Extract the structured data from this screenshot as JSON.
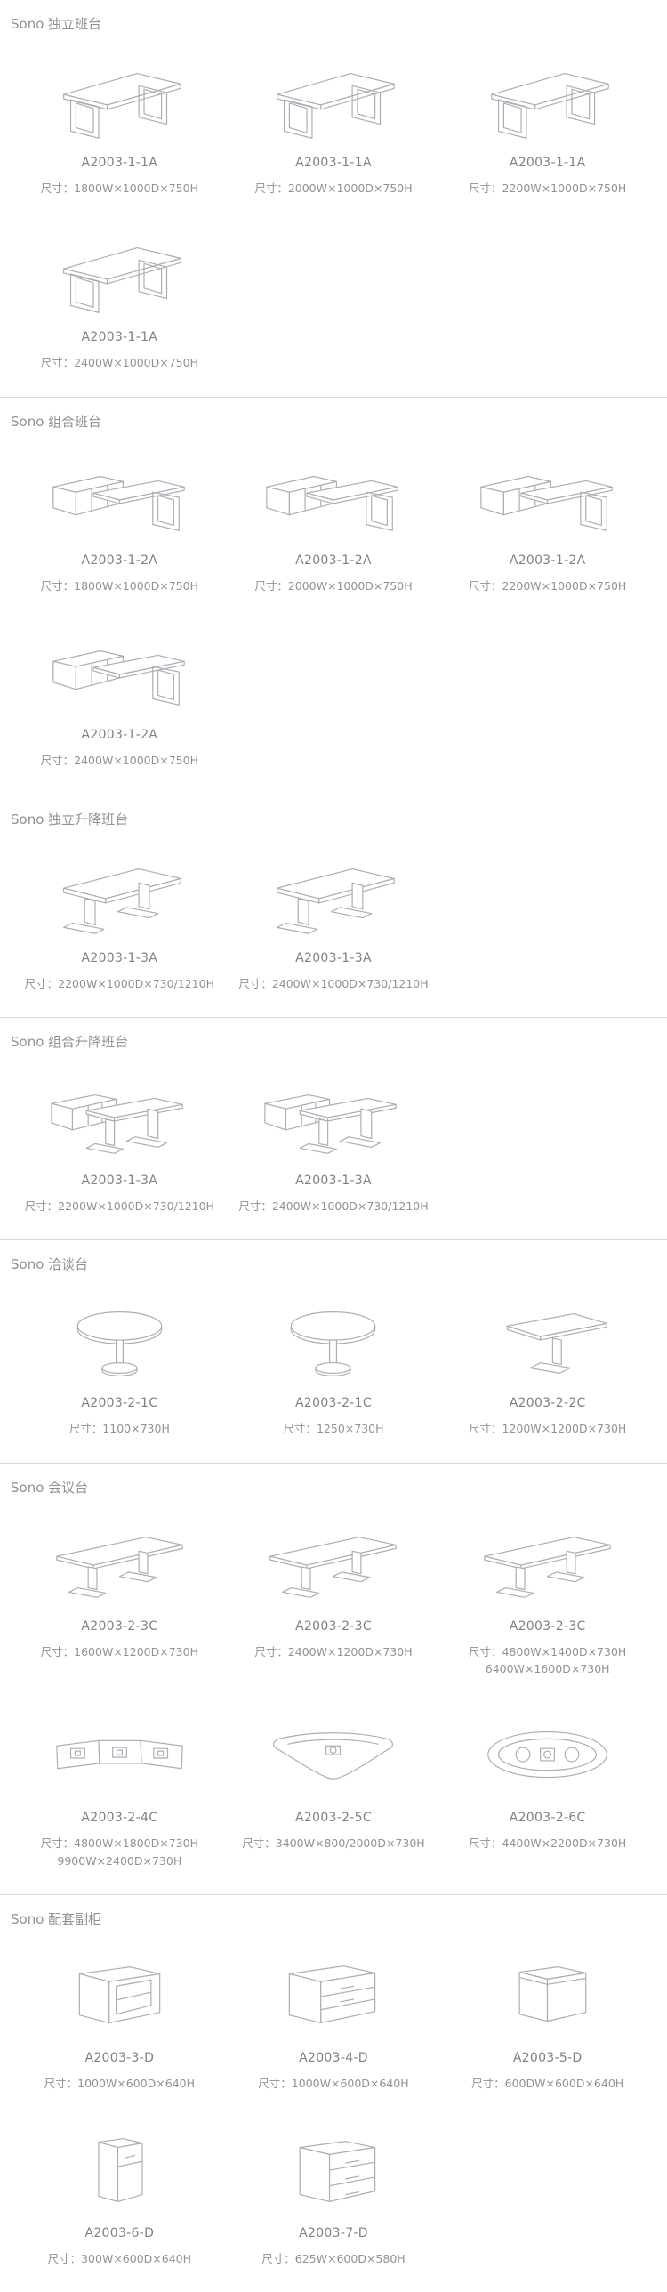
{
  "page": {
    "background": "#ffffff",
    "text_color": "#8d939a",
    "separator_color": "#d9dadc",
    "sketch_stroke": "#a8aeb5"
  },
  "sections": [
    {
      "title": "Sono 独立班台",
      "items": [
        {
          "model": "A2003-1-1A",
          "dims": "尺寸：1800W×1000D×750H",
          "art": "desk-straight"
        },
        {
          "model": "A2003-1-1A",
          "dims": "尺寸：2000W×1000D×750H",
          "art": "desk-straight"
        },
        {
          "model": "A2003-1-1A",
          "dims": "尺寸：2200W×1000D×750H",
          "art": "desk-straight"
        },
        {
          "model": "A2003-1-1A",
          "dims": "尺寸：2400W×1000D×750H",
          "art": "desk-straight"
        }
      ]
    },
    {
      "title": "Sono 组合班台",
      "items": [
        {
          "model": "A2003-1-2A",
          "dims": "尺寸：1800W×1000D×750H",
          "art": "desk-combo"
        },
        {
          "model": "A2003-1-2A",
          "dims": "尺寸：2000W×1000D×750H",
          "art": "desk-combo"
        },
        {
          "model": "A2003-1-2A",
          "dims": "尺寸：2200W×1000D×750H",
          "art": "desk-combo"
        },
        {
          "model": "A2003-1-2A",
          "dims": "尺寸：2400W×1000D×750H",
          "art": "desk-combo"
        }
      ]
    },
    {
      "title": "Sono 独立升降班台",
      "items": [
        {
          "model": "A2003-1-3A",
          "dims": "尺寸：2200W×1000D×730/1210H",
          "art": "lift-table"
        },
        {
          "model": "A2003-1-3A",
          "dims": "尺寸：2400W×1000D×730/1210H",
          "art": "lift-table"
        }
      ]
    },
    {
      "title": "Sono 组合升降班台",
      "items": [
        {
          "model": "A2003-1-3A",
          "dims": "尺寸：2200W×1000D×730/1210H",
          "art": "lift-combo"
        },
        {
          "model": "A2003-1-3A",
          "dims": "尺寸：2400W×1000D×730/1210H",
          "art": "lift-combo"
        }
      ]
    },
    {
      "title": "Sono 洽谈台",
      "items": [
        {
          "model": "A2003-2-1C",
          "dims": "尺寸：1100×730H",
          "art": "round-table"
        },
        {
          "model": "A2003-2-1C",
          "dims": "尺寸：1250×730H",
          "art": "round-table"
        },
        {
          "model": "A2003-2-2C",
          "dims": "尺寸：1200W×1200D×730H",
          "art": "square-table"
        }
      ]
    },
    {
      "title": "Sono 会议台",
      "items": [
        {
          "model": "A2003-2-3C",
          "dims": "尺寸：1600W×1200D×730H",
          "art": "conf-table"
        },
        {
          "model": "A2003-2-3C",
          "dims": "尺寸：2400W×1200D×730H",
          "art": "conf-table"
        },
        {
          "model": "A2003-2-3C",
          "dims": "尺寸：4800W×1400D×730H\n6400W×1600D×730H",
          "art": "conf-table"
        },
        {
          "model": "A2003-2-4C",
          "dims": "尺寸：4800W×1800D×730H\n9900W×2400D×730H",
          "art": "conf-seg"
        },
        {
          "model": "A2003-2-5C",
          "dims": "尺寸：3400W×800/2000D×730H",
          "art": "conf-curved"
        },
        {
          "model": "A2003-2-6C",
          "dims": "尺寸：4400W×2200D×730H",
          "art": "conf-oval"
        }
      ]
    },
    {
      "title": "Sono 配套副柜",
      "items": [
        {
          "model": "A2003-3-D",
          "dims": "尺寸：1000W×600D×640H",
          "art": "cabinet-open"
        },
        {
          "model": "A2003-4-D",
          "dims": "尺寸：1000W×600D×640H",
          "art": "cabinet-drawers"
        },
        {
          "model": "A2003-5-D",
          "dims": "尺寸：600DW×600D×640H",
          "art": "cabinet-cube"
        },
        {
          "model": "A2003-6-D",
          "dims": "尺寸：300W×600D×640H",
          "art": "cabinet-tall"
        },
        {
          "model": "A2003-7-D",
          "dims": "尺寸：625W×600D×580H",
          "art": "cabinet-drawer3"
        }
      ]
    }
  ]
}
